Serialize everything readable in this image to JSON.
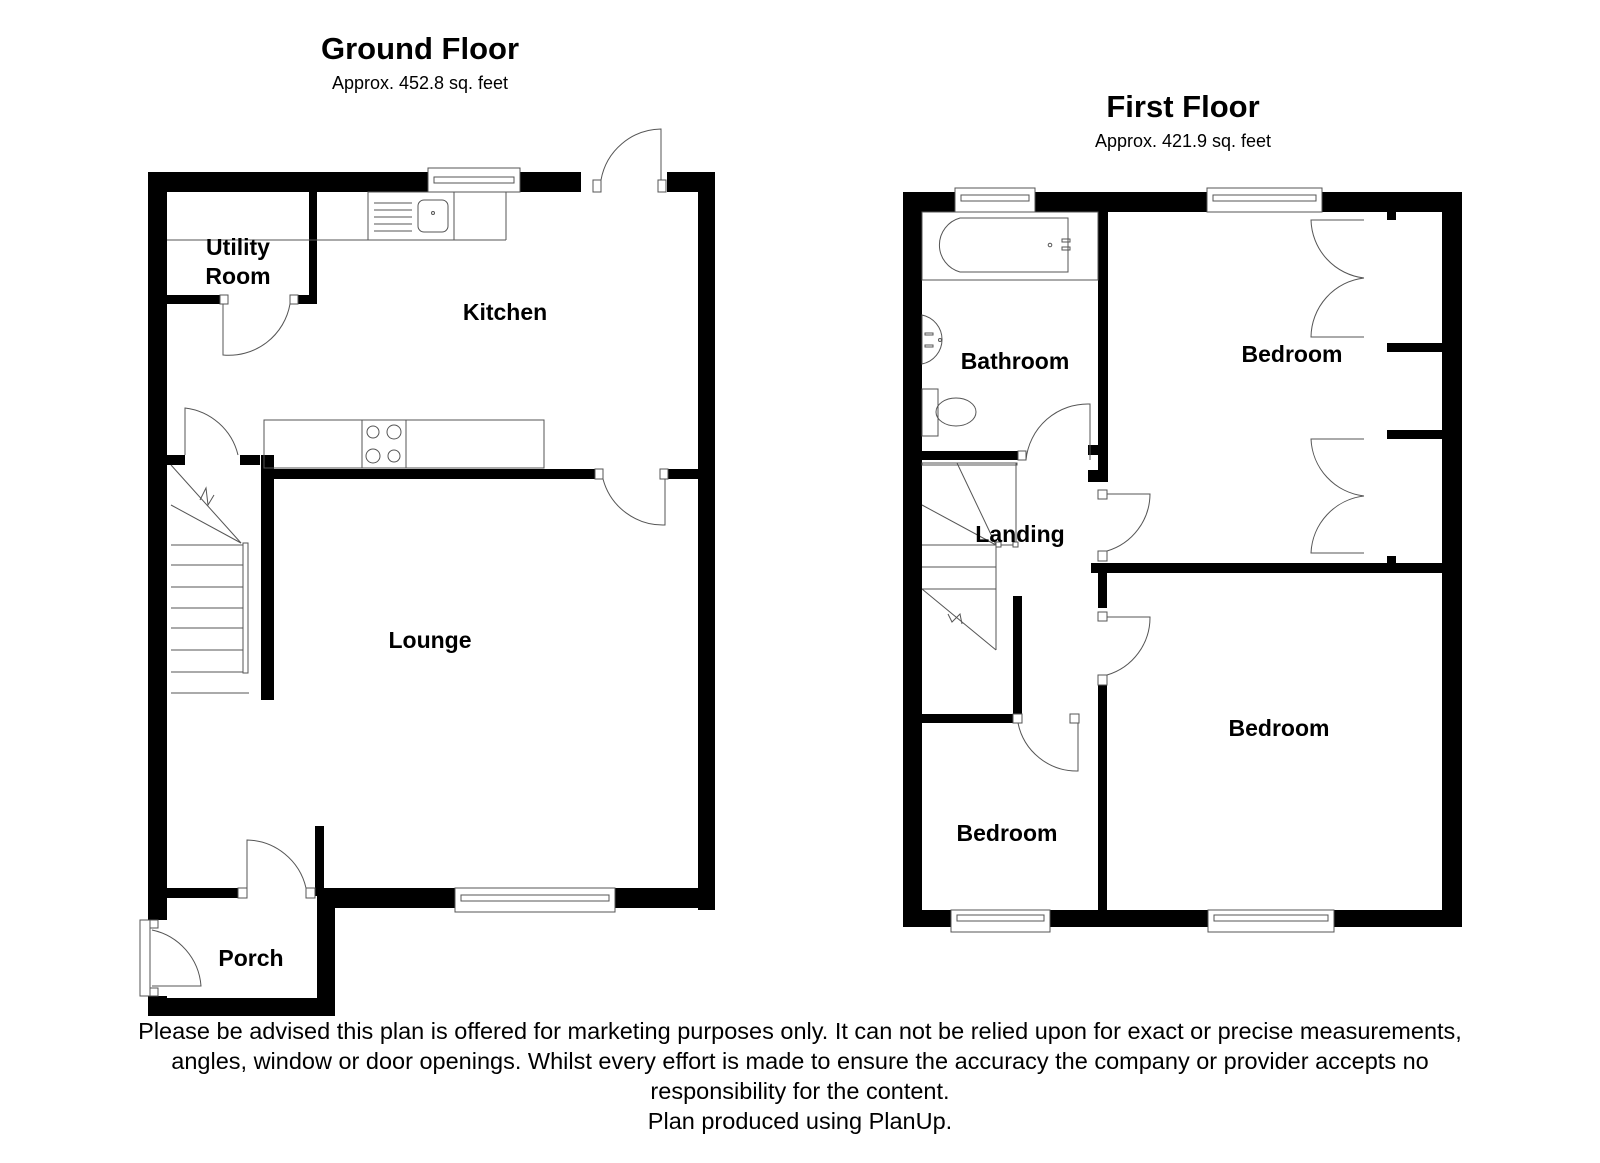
{
  "ground_floor": {
    "title": "Ground Floor",
    "area": "Approx. 452.8 sq. feet",
    "rooms": {
      "utility_line1": "Utility",
      "utility_line2": "Room",
      "kitchen": "Kitchen",
      "lounge": "Lounge",
      "porch": "Porch"
    },
    "fixtures": [
      "sink",
      "hob",
      "staircase"
    ]
  },
  "first_floor": {
    "title": "First Floor",
    "area": "Approx. 421.9 sq. feet",
    "rooms": {
      "bathroom": "Bathroom",
      "bedroom_1": "Bedroom",
      "landing": "Landing",
      "bedroom_2": "Bedroom",
      "bedroom_3": "Bedroom"
    },
    "fixtures": [
      "bath",
      "basin",
      "toilet",
      "staircase",
      "wardrobes"
    ]
  },
  "disclaimer": {
    "line1": "Please be advised this plan is offered for marketing purposes only. It can not be relied upon for exact or precise measurements,",
    "line2": "angles, window or door openings. Whilst every effort is made to ensure the accuracy the company or provider accepts no",
    "line3": "responsibility for the content.",
    "line4": "Plan produced using PlanUp."
  }
}
